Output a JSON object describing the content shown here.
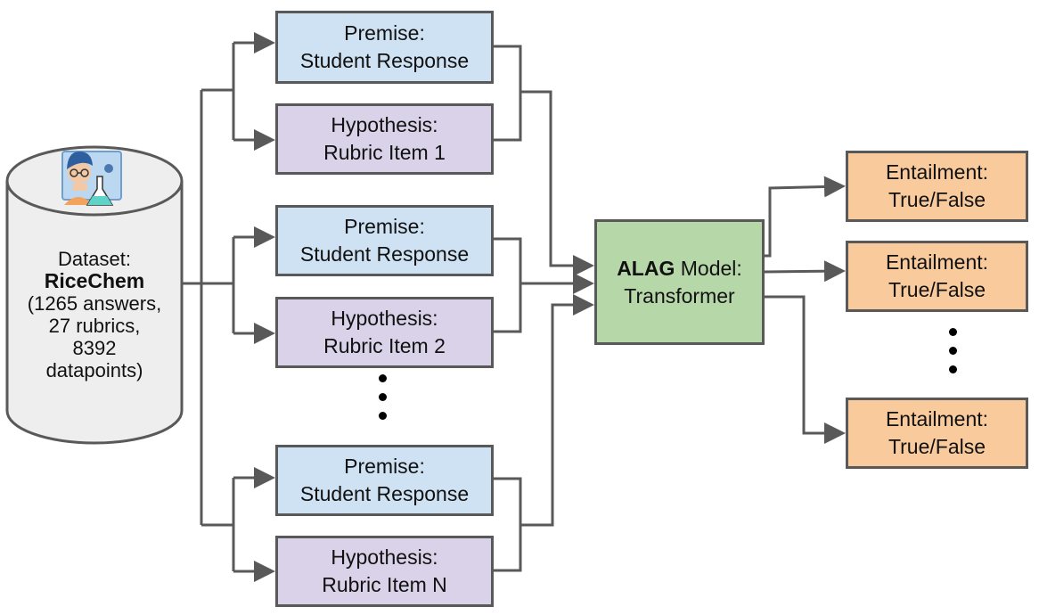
{
  "colors": {
    "line": "#595959",
    "premise_fill": "#cfe2f3",
    "hypothesis_fill": "#d9d2e9",
    "model_fill": "#b6d7a8",
    "output_fill": "#f9cb9c",
    "dataset_fill": "#eeeeee"
  },
  "dataset": {
    "icon": "student-scientist-icon",
    "label": "Dataset:",
    "name": "RiceChem",
    "stats": [
      "(1265 answers,",
      "27 rubrics,",
      "8392",
      "datapoints)"
    ]
  },
  "pairs": [
    {
      "premise": [
        "Premise:",
        "Student Response"
      ],
      "hypothesis": [
        "Hypothesis:",
        "Rubric Item 1"
      ]
    },
    {
      "premise": [
        "Premise:",
        "Student Response"
      ],
      "hypothesis": [
        "Hypothesis:",
        "Rubric Item 2"
      ]
    },
    {
      "premise": [
        "Premise:",
        "Student Response"
      ],
      "hypothesis": [
        "Hypothesis:",
        "Rubric Item N"
      ]
    }
  ],
  "model": {
    "bold": "ALAG",
    "rest": " Model:",
    "line2": "Transformer"
  },
  "outputs": [
    [
      "Entailment:",
      "True/False"
    ],
    [
      "Entailment:",
      "True/False"
    ],
    [
      "Entailment:",
      "True/False"
    ]
  ]
}
